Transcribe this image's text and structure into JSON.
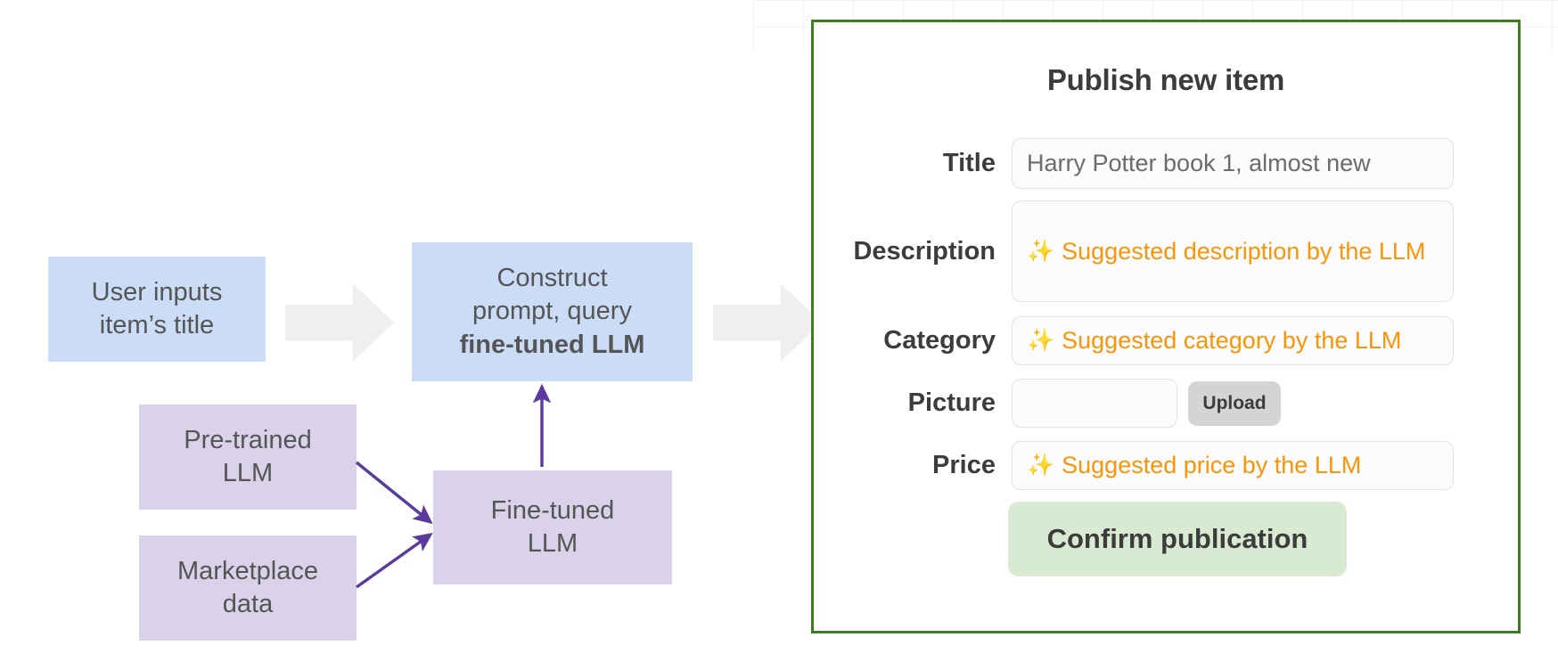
{
  "diagram": {
    "boxes": {
      "user_input": "User inputs\nitem’s title",
      "construct_line1": "Construct",
      "construct_line2": "prompt, query",
      "construct_line3": "fine-tuned LLM",
      "pretrained": "Pre-trained\nLLM",
      "marketplace": "Marketplace\ndata",
      "finetuned": "Fine-tuned\nLLM"
    },
    "colors": {
      "blue_box": "#cbdcf7",
      "purple_box": "#d9d2e9",
      "grey_arrow": "#efefef",
      "thin_arrow": "#5b3a9e",
      "panel_border": "#3c7d22"
    },
    "arrows": {
      "user_to_construct": "block-arrow-right",
      "construct_to_panel": "block-arrow-right",
      "pretrained_to_finetuned": "thin-arrow",
      "marketplace_to_finetuned": "thin-arrow",
      "finetuned_to_construct": "thin-arrow-up"
    }
  },
  "panel": {
    "title": "Publish new item",
    "fields": [
      {
        "label": "Title",
        "value": "Harry Potter book 1, almost new",
        "suggested": false
      },
      {
        "label": "Description",
        "value": "Suggested description by the LLM",
        "suggested": true,
        "sparkle": "✨"
      },
      {
        "label": "Category",
        "value": "Suggested category by the LLM",
        "suggested": true,
        "sparkle": "✨"
      },
      {
        "label": "Picture",
        "value": "",
        "suggested": false,
        "button": "Upload"
      },
      {
        "label": "Price",
        "value": "Suggested price by the LLM",
        "suggested": true,
        "sparkle": "✨"
      }
    ],
    "confirm_button": "Confirm publication",
    "suggestion_color": "#fb9406",
    "confirm_bg": "#d9ead3"
  }
}
